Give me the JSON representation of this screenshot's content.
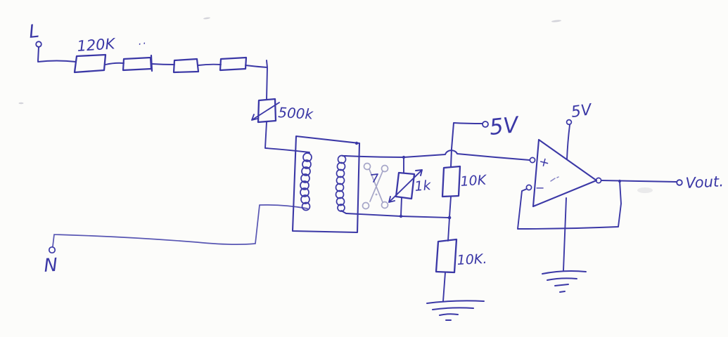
{
  "sketch": {
    "description": "hand-drawn op-amp mains sensing circuit",
    "colors": {
      "ink": "#3b38a6",
      "faint_ink": "#a6a6c8",
      "paper": "#fcfcfa"
    },
    "labels": {
      "live": "L",
      "neutral": "N",
      "r_series_1": "120K",
      "ditto_mark": "..",
      "r_var": "500k",
      "pot": "1k",
      "r_div_top": "10K",
      "r_div_bottom": "10K.",
      "supply_divider": "5V",
      "supply_opamp": "5V",
      "opamp_plus": "+",
      "opamp_minus": "−",
      "vout": "Vout."
    }
  }
}
